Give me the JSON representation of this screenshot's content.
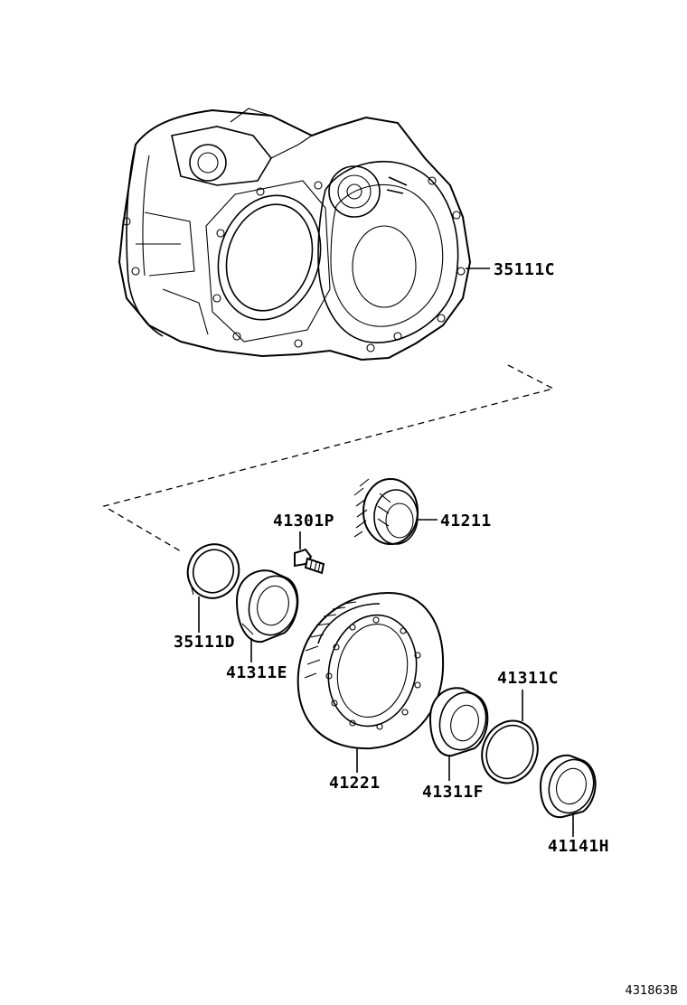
{
  "labels": {
    "case": "35111C",
    "bolt": "41301P",
    "pinion": "41211",
    "seal": "35111D",
    "bearing_left": "41311E",
    "ring_gear": "41221",
    "bearing_right": "41311F",
    "shim": "41311C",
    "oil_seal": "41141H"
  },
  "reference": "431863B"
}
